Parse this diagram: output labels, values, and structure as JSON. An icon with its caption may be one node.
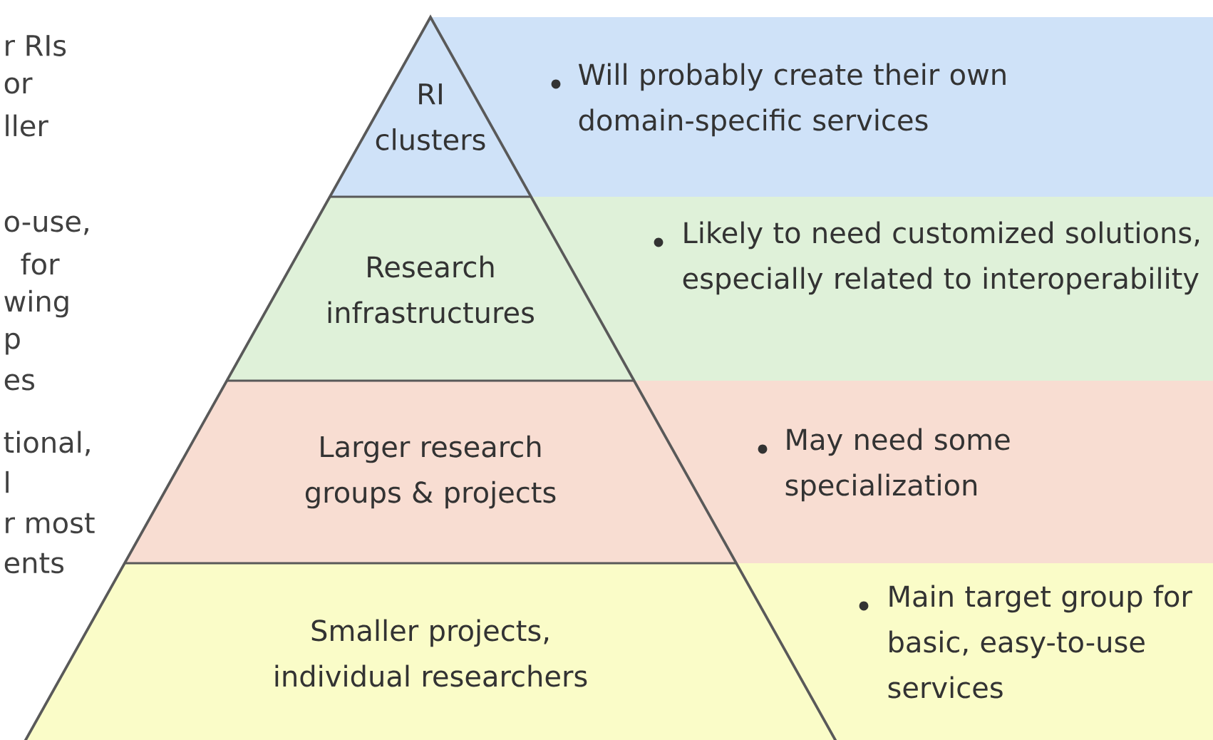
{
  "diagram": {
    "nodes": [
      {
        "text": [
          "RI clusters",
          "Will probably create their own domain-specific services"
        ]
      },
      {
        "text": [
          "Research infrastructures",
          "Likely to need customized solutions, especially related to interoperability"
        ]
      },
      {
        "text": [
          "Larger research groups & projects",
          "May need some specialization"
        ]
      },
      {
        "text": [
          "Smaller projects, individual researchers",
          "Main target group for basic, easy-to-use services"
        ]
      }
    ],
    "labels": [
      "r RIs",
      "or",
      "ller",
      "o-use,",
      "for",
      "wing",
      "p",
      "es",
      "tional,",
      "l",
      "r most",
      "ents"
    ]
  }
}
